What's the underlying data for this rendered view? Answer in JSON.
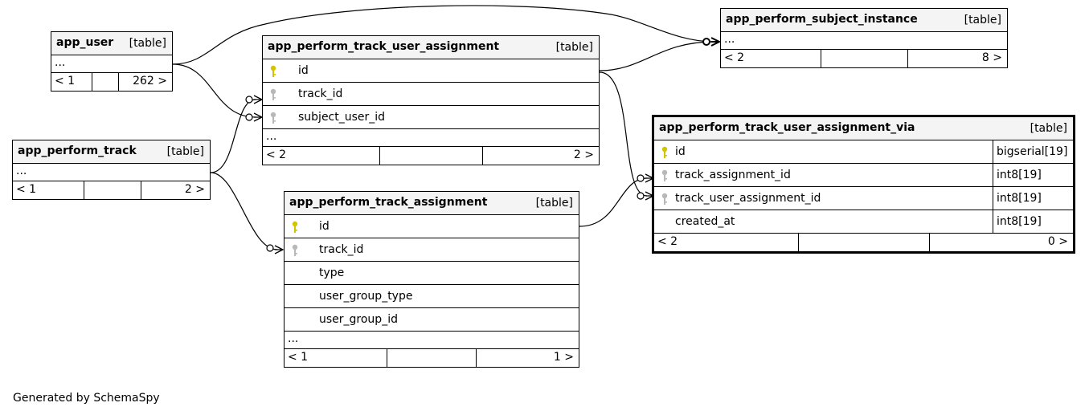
{
  "generated_by": "Generated by SchemaSpy",
  "table_label": "[table]",
  "tables": {
    "app_user": {
      "name": "app_user",
      "more": "...",
      "prev": "< 1",
      "next": "262 >"
    },
    "app_perform_track": {
      "name": "app_perform_track",
      "more": "...",
      "prev": "< 1",
      "next": "2 >"
    },
    "app_perform_track_user_assignment": {
      "name": "app_perform_track_user_assignment",
      "columns": [
        {
          "name": "id",
          "key": "primary"
        },
        {
          "name": "track_id",
          "key": "foreign"
        },
        {
          "name": "subject_user_id",
          "key": "foreign"
        }
      ],
      "more": "...",
      "prev": "< 2",
      "next": "2 >"
    },
    "app_perform_track_assignment": {
      "name": "app_perform_track_assignment",
      "columns": [
        {
          "name": "id",
          "key": "primary"
        },
        {
          "name": "track_id",
          "key": "foreign"
        },
        {
          "name": "type",
          "key": "none"
        },
        {
          "name": "user_group_type",
          "key": "none"
        },
        {
          "name": "user_group_id",
          "key": "none"
        }
      ],
      "more": "...",
      "prev": "< 1",
      "next": "1 >"
    },
    "app_perform_subject_instance": {
      "name": "app_perform_subject_instance",
      "more": "...",
      "prev": "< 2",
      "next": "8 >"
    },
    "app_perform_track_user_assignment_via": {
      "name": "app_perform_track_user_assignment_via",
      "columns": [
        {
          "name": "id",
          "key": "primary",
          "type": "bigserial[19]"
        },
        {
          "name": "track_assignment_id",
          "key": "foreign",
          "type": "int8[19]"
        },
        {
          "name": "track_user_assignment_id",
          "key": "foreign",
          "type": "int8[19]"
        },
        {
          "name": "created_at",
          "key": "none",
          "type": "int8[19]"
        }
      ],
      "prev": "< 2",
      "next": "0 >"
    }
  },
  "key_colors": {
    "primary": "#d4c400",
    "foreign": "#b8b8b8"
  },
  "line_color": "#000000"
}
